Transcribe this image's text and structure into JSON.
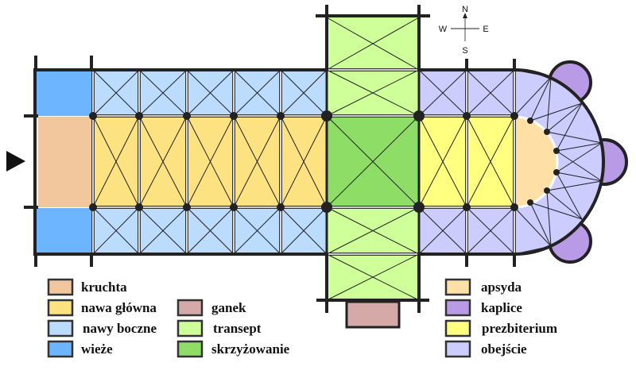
{
  "compass": {
    "north": "N",
    "south": "S",
    "west": "W",
    "east": "E"
  },
  "colors": {
    "kruchta": "#f2c79e",
    "nawa_glowna": "#fde282",
    "nawy_boczne": "#bcdcff",
    "wieze": "#6db5ff",
    "ganek": "#d5a9a8",
    "transept": "#cfff99",
    "skrzyzowanie": "#8ddd66",
    "apsyda": "#fedfa6",
    "kaplice": "#b99ae6",
    "prezbiterium": "#ffff80",
    "obejscie": "#ccccff"
  },
  "legend": [
    {
      "key": "kruchta",
      "label": "kruchta"
    },
    {
      "key": "nawa_glowna",
      "label": "nawa główna"
    },
    {
      "key": "nawy_boczne",
      "label": "nawy boczne"
    },
    {
      "key": "wieze",
      "label": "wieże"
    },
    {
      "key": "ganek",
      "label": "ganek"
    },
    {
      "key": "transept",
      "label": "transept"
    },
    {
      "key": "skrzyzowanie",
      "label": "skrzyżowanie"
    },
    {
      "key": "apsyda",
      "label": "apsyda"
    },
    {
      "key": "kaplice",
      "label": "kaplice"
    },
    {
      "key": "prezbiterium",
      "label": "prezbiterium"
    },
    {
      "key": "obejscie",
      "label": "obejście"
    }
  ]
}
